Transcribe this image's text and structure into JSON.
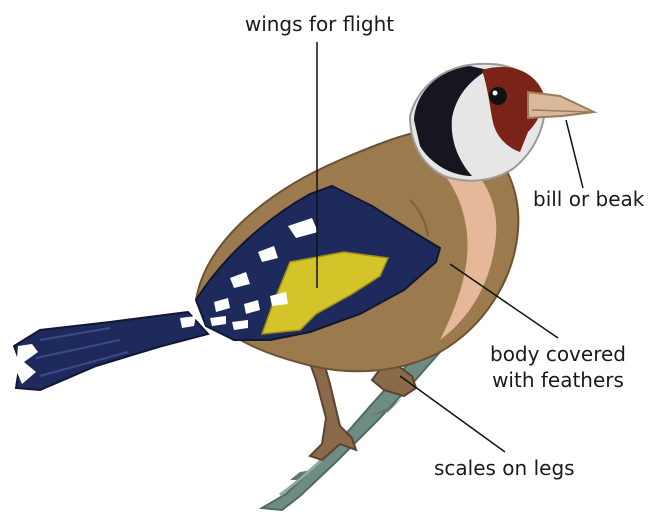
{
  "diagram": {
    "labels": {
      "wings": "wings for flight",
      "bill": "bill or beak",
      "body_line1": "body covered",
      "body_line2": "with feathers",
      "scales": "scales on legs"
    },
    "colors": {
      "branch": "#6f8c84",
      "body": "#9b7a4e",
      "breast": "#e4b898",
      "wing_dark": "#1f2a5c",
      "wing_yellow": "#d4c42a",
      "face_red": "#7a2418",
      "cheek": "#e6e6e6",
      "cap": "#151620",
      "beak": "#d9b99a",
      "leg": "#8a6a48",
      "pointer": "#111111"
    }
  }
}
